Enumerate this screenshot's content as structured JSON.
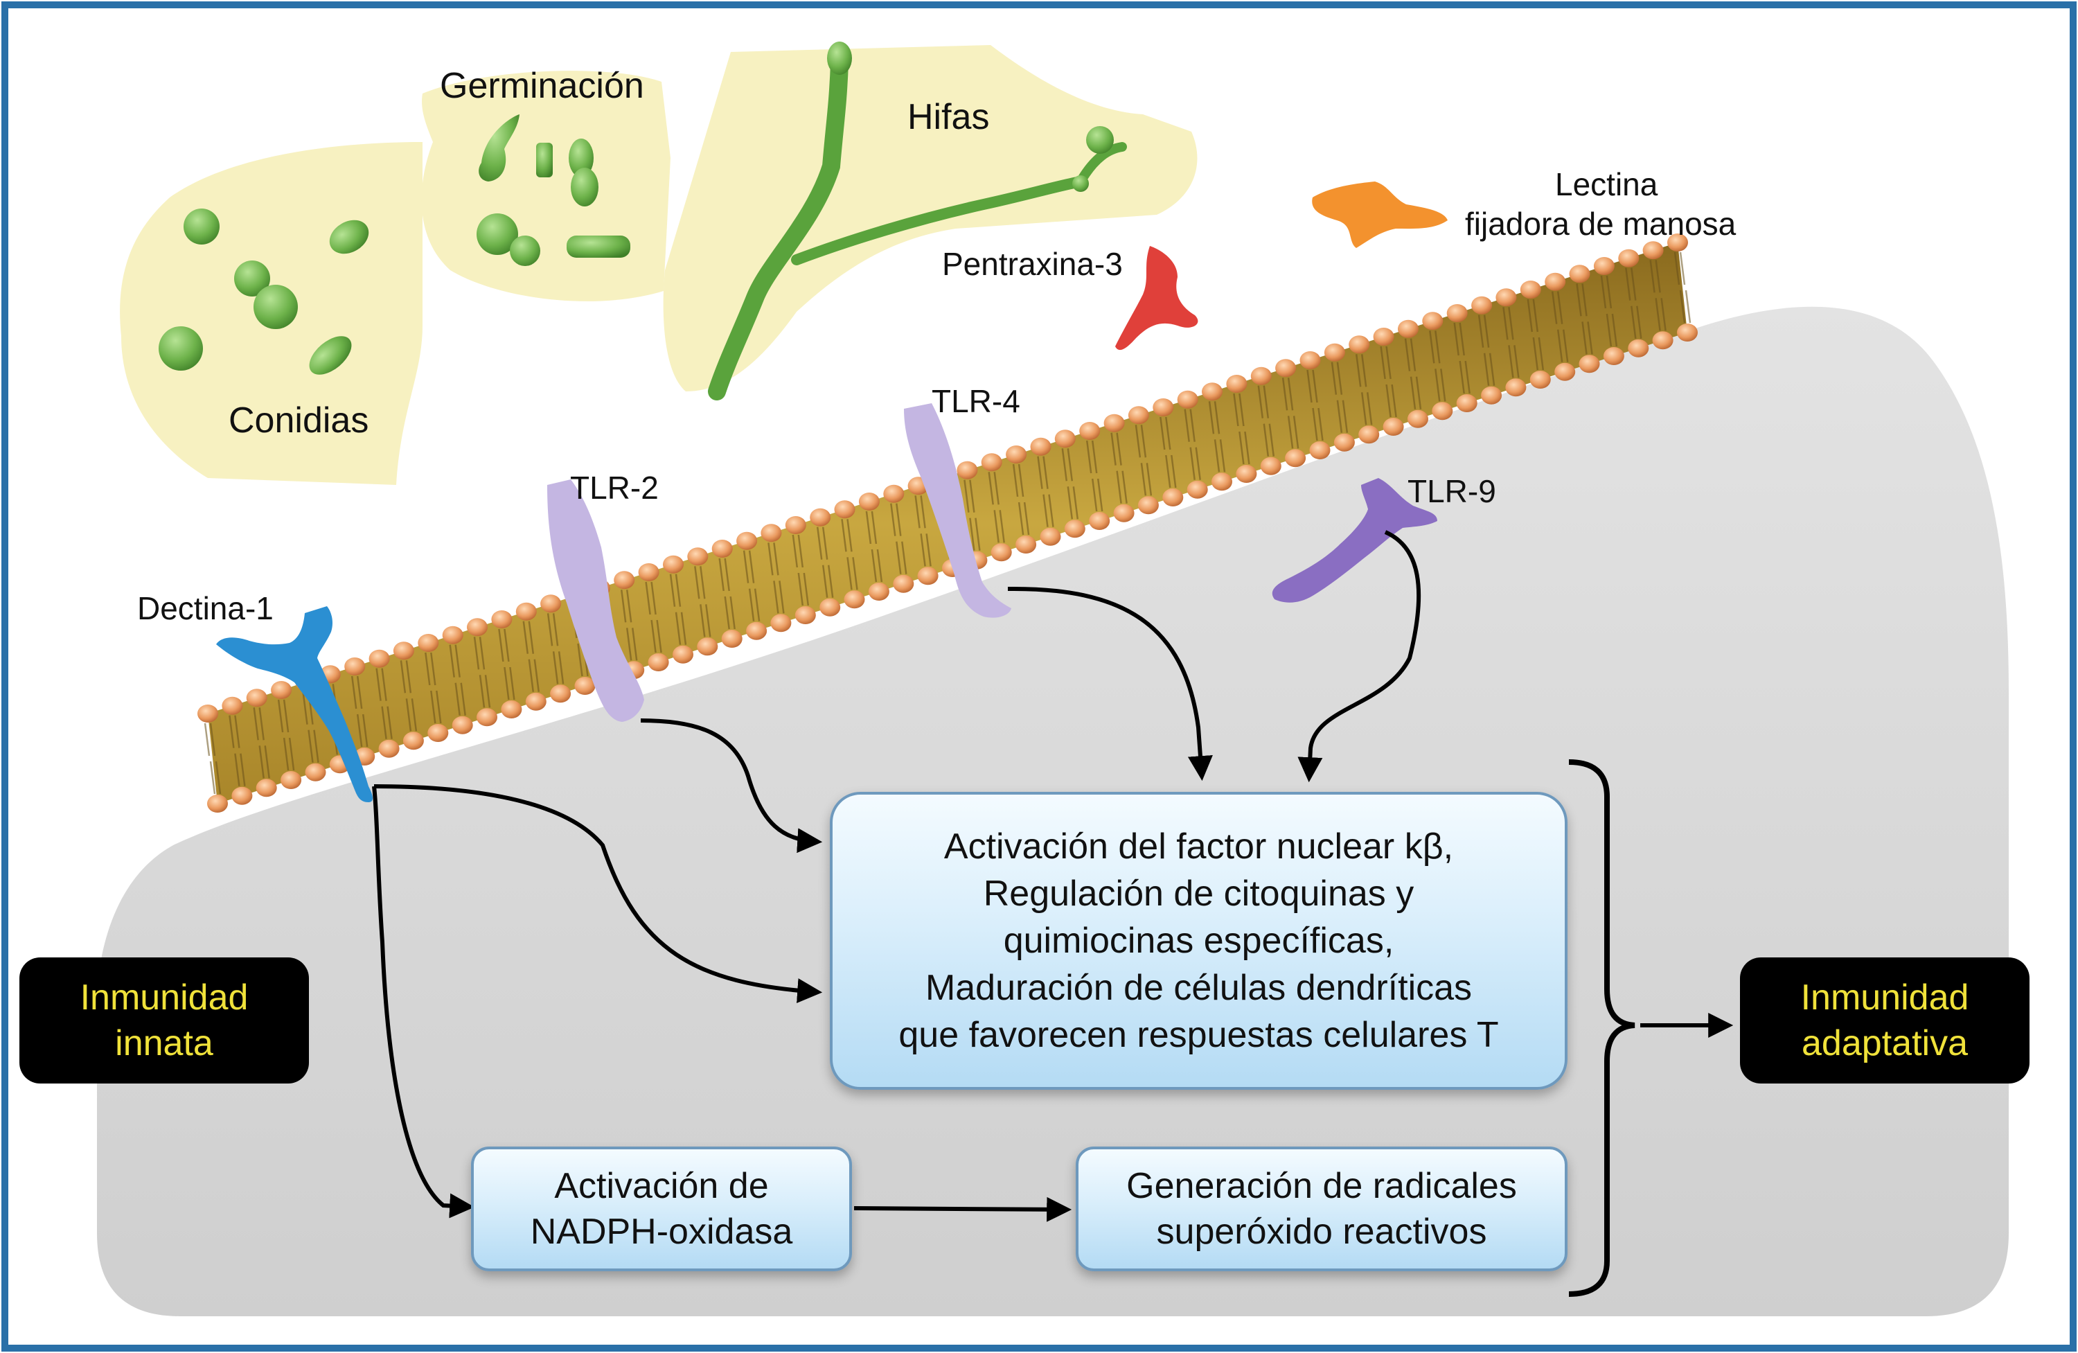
{
  "fungus": {
    "conidia": "Conidias",
    "germination": "Germinación",
    "hyphae": "Hifas"
  },
  "soluble": {
    "pentraxin": "Pentraxina-3",
    "lectin_line1": "Lectina",
    "lectin_line2": "fijadora de manosa"
  },
  "receptors": {
    "dectin": "Dectina-1",
    "tlr2": "TLR-2",
    "tlr4": "TLR-4",
    "tlr9": "TLR-9"
  },
  "main_box": {
    "line1": "Activación del factor nuclear kβ,",
    "line2": "Regulación de citoquinas y",
    "line3": "quimiocinas específicas,",
    "line4": "Maduración de células dendríticas",
    "line5": "que favorecen respuestas celulares T"
  },
  "nadph_box": {
    "line1": "Activación de",
    "line2": "NADPH-oxidasa"
  },
  "radicals_box": {
    "line1": "Generación de radicales",
    "line2": "superóxido reactivos"
  },
  "innate": {
    "line1": "Inmunidad",
    "line2": "innata"
  },
  "adaptive": {
    "line1": "Inmunidad",
    "line2": "adaptativa"
  },
  "colors": {
    "frame": "#2a70a8",
    "cytoplasm": "#d9d9d9",
    "fungus_bg": "#f7f1c1",
    "fungus": "#68b04a",
    "dectin": "#2b8fd2",
    "tlr": "#c4b6e2",
    "tlr9": "#8a6ec2",
    "pentraxin": "#e0403a",
    "lectin": "#f3922e",
    "membrane_bead": "#e89a62",
    "label_yellow": "#f0e23a"
  }
}
